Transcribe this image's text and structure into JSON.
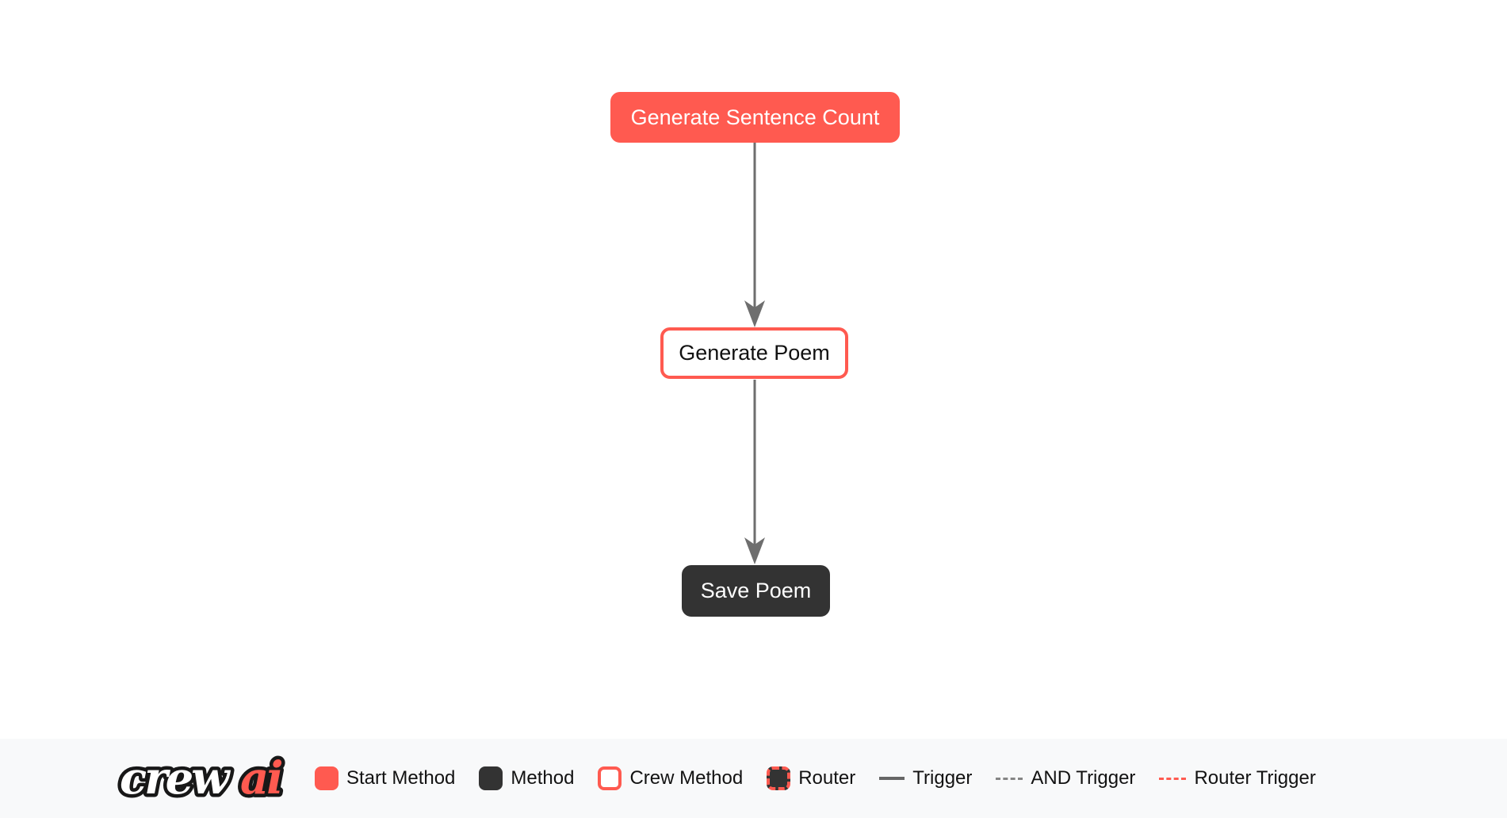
{
  "diagram": {
    "nodes": [
      {
        "label": "Generate Sentence Count",
        "type": "start-method"
      },
      {
        "label": "Generate Poem",
        "type": "crew-method"
      },
      {
        "label": "Save Poem",
        "type": "method"
      }
    ],
    "edges": [
      {
        "from": "Generate Sentence Count",
        "to": "Generate Poem",
        "type": "trigger"
      },
      {
        "from": "Generate Poem",
        "to": "Save Poem",
        "type": "trigger"
      }
    ]
  },
  "legend": {
    "logo": {
      "part1": "crew",
      "part2": "ai"
    },
    "items": [
      {
        "label": "Start Method",
        "swatch": "start-method-box"
      },
      {
        "label": "Method",
        "swatch": "method-box"
      },
      {
        "label": "Crew Method",
        "swatch": "crew-method-box"
      },
      {
        "label": "Router",
        "swatch": "router-box"
      },
      {
        "label": "Trigger",
        "swatch": "solid-gray-line"
      },
      {
        "label": "AND Trigger",
        "swatch": "dashed-gray-line"
      },
      {
        "label": "Router Trigger",
        "swatch": "dashed-red-line"
      }
    ]
  },
  "colors": {
    "accent_red": "#FF5A50",
    "dark": "#333333",
    "edge_gray": "#666666",
    "canvas_bg": "#FFFFFF",
    "legend_bg": "#F8F9FA"
  }
}
